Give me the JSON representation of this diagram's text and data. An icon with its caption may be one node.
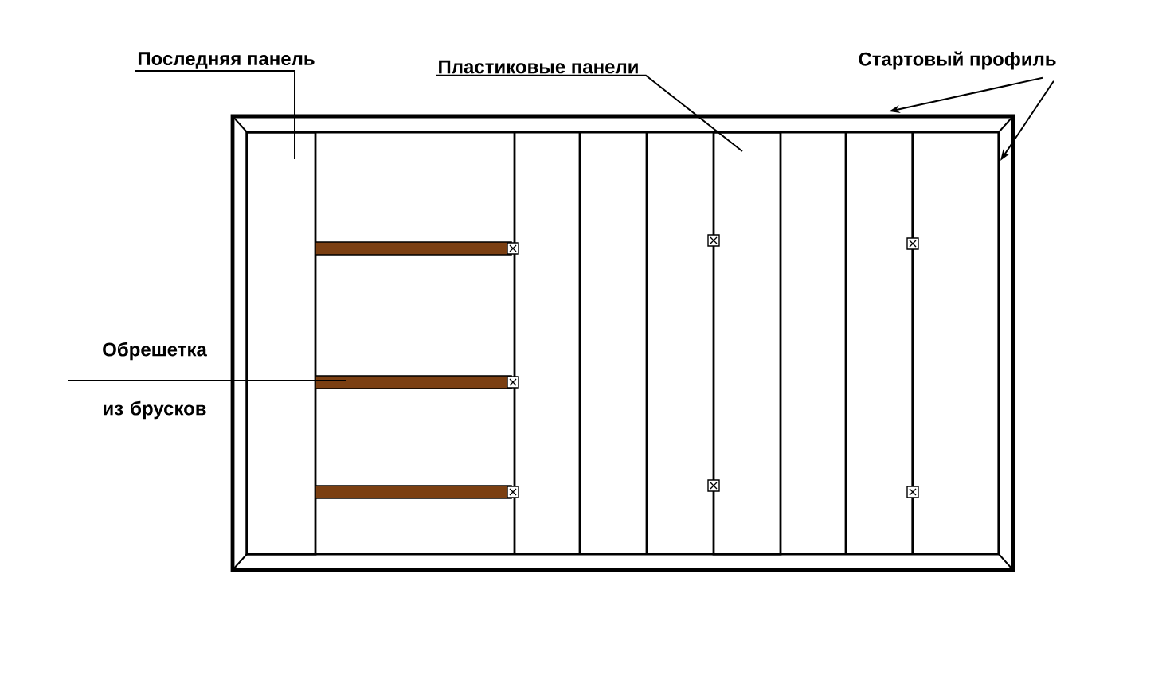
{
  "diagram": {
    "nodes": [
      {
        "text": [
          "Последняя панель"
        ]
      },
      {
        "text": [
          "Пластиковые панели"
        ]
      },
      {
        "text": [
          "Стартовый профиль"
        ]
      },
      {
        "text": [
          "Обрешетка из брусков"
        ]
      },
      {
        "text": [],
        "shape": "box"
      },
      {
        "text": [],
        "shape": "box",
        "in": 4
      },
      {
        "text": [],
        "shape": "box",
        "in": 4
      },
      {
        "text": [],
        "shape": "bar",
        "in": 4
      },
      {
        "text": [],
        "shape": "bar",
        "in": 4
      },
      {
        "text": [],
        "shape": "bar",
        "in": 4
      }
    ],
    "edges": [
      {
        "from": 0,
        "to": 5,
        "arrow": "none"
      },
      {
        "from": 1,
        "to": 6,
        "arrow": "none"
      },
      {
        "from": 2,
        "to": 4,
        "arrow": "to"
      },
      {
        "from": 2,
        "to": 4,
        "arrow": "to"
      },
      {
        "from": 3,
        "to": 8,
        "arrow": "none"
      }
    ]
  }
}
